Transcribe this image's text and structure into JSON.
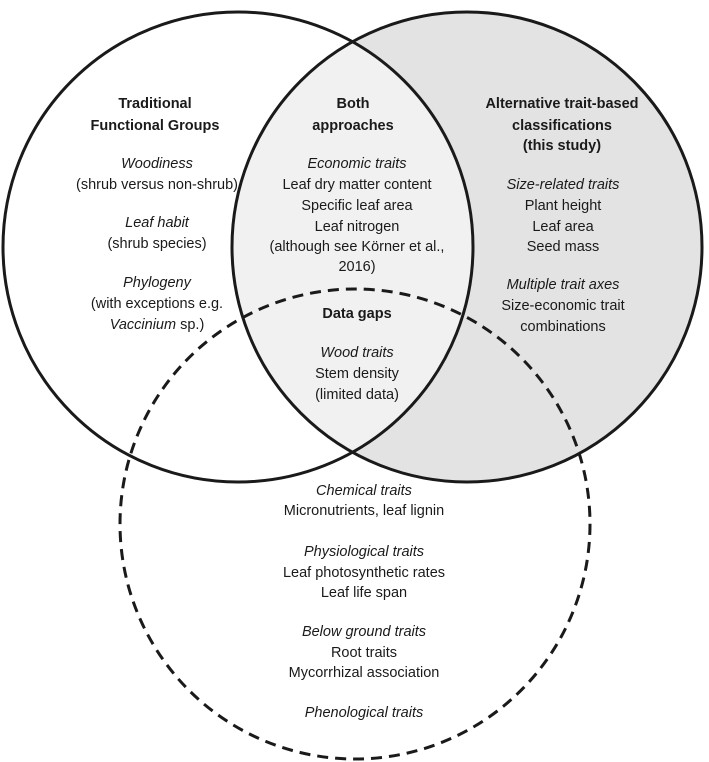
{
  "diagram": {
    "sets": [
      {
        "id": "traditional",
        "heading": [
          "Traditional",
          "Functional Groups"
        ],
        "items": [
          {
            "category": "Woodiness",
            "details": [
              "(shrub versus  non-shrub)"
            ]
          },
          {
            "category": "Leaf habit",
            "details": [
              "(shrub species)"
            ]
          },
          {
            "category": "Phylogeny",
            "details": [
              "(with exceptions e.g.",
              "Vaccinium sp.)"
            ]
          }
        ]
      },
      {
        "id": "both",
        "heading": [
          "Both",
          "approaches"
        ],
        "items": [
          {
            "category": "Economic traits",
            "details": [
              "Leaf dry matter content",
              "Specific leaf area",
              "Leaf nitrogen",
              "(although see Körner et al.,",
              "2016)"
            ]
          }
        ]
      },
      {
        "id": "alternative",
        "heading": [
          "Alternative trait-based",
          "classifications",
          "(this study)"
        ],
        "items": [
          {
            "category": "Size-related traits",
            "details": [
              "Plant height",
              "Leaf area",
              "Seed mass"
            ]
          },
          {
            "category": "Multiple trait axes",
            "details": [
              "Size-economic trait",
              "combinations"
            ]
          }
        ]
      },
      {
        "id": "data-gaps",
        "heading": [
          "Data gaps"
        ],
        "items": [
          {
            "category": "Wood traits",
            "details": [
              "Stem density",
              "(limited data)"
            ]
          },
          {
            "category": "Chemical traits",
            "details": [
              "Micronutrients, leaf lignin"
            ]
          },
          {
            "category": "Physiological traits",
            "details": [
              "Leaf photosynthetic rates",
              "Leaf life span"
            ]
          },
          {
            "category": "Below ground traits",
            "details": [
              "Root traits",
              "Mycorrhizal association"
            ]
          },
          {
            "category": "Phenological traits",
            "details": []
          }
        ]
      }
    ],
    "colors": {
      "outline": "#1a1a1a",
      "shaded_fill": "#e3e3e3",
      "overlap_fill": "#f1f1f1",
      "background": "#ffffff"
    }
  }
}
